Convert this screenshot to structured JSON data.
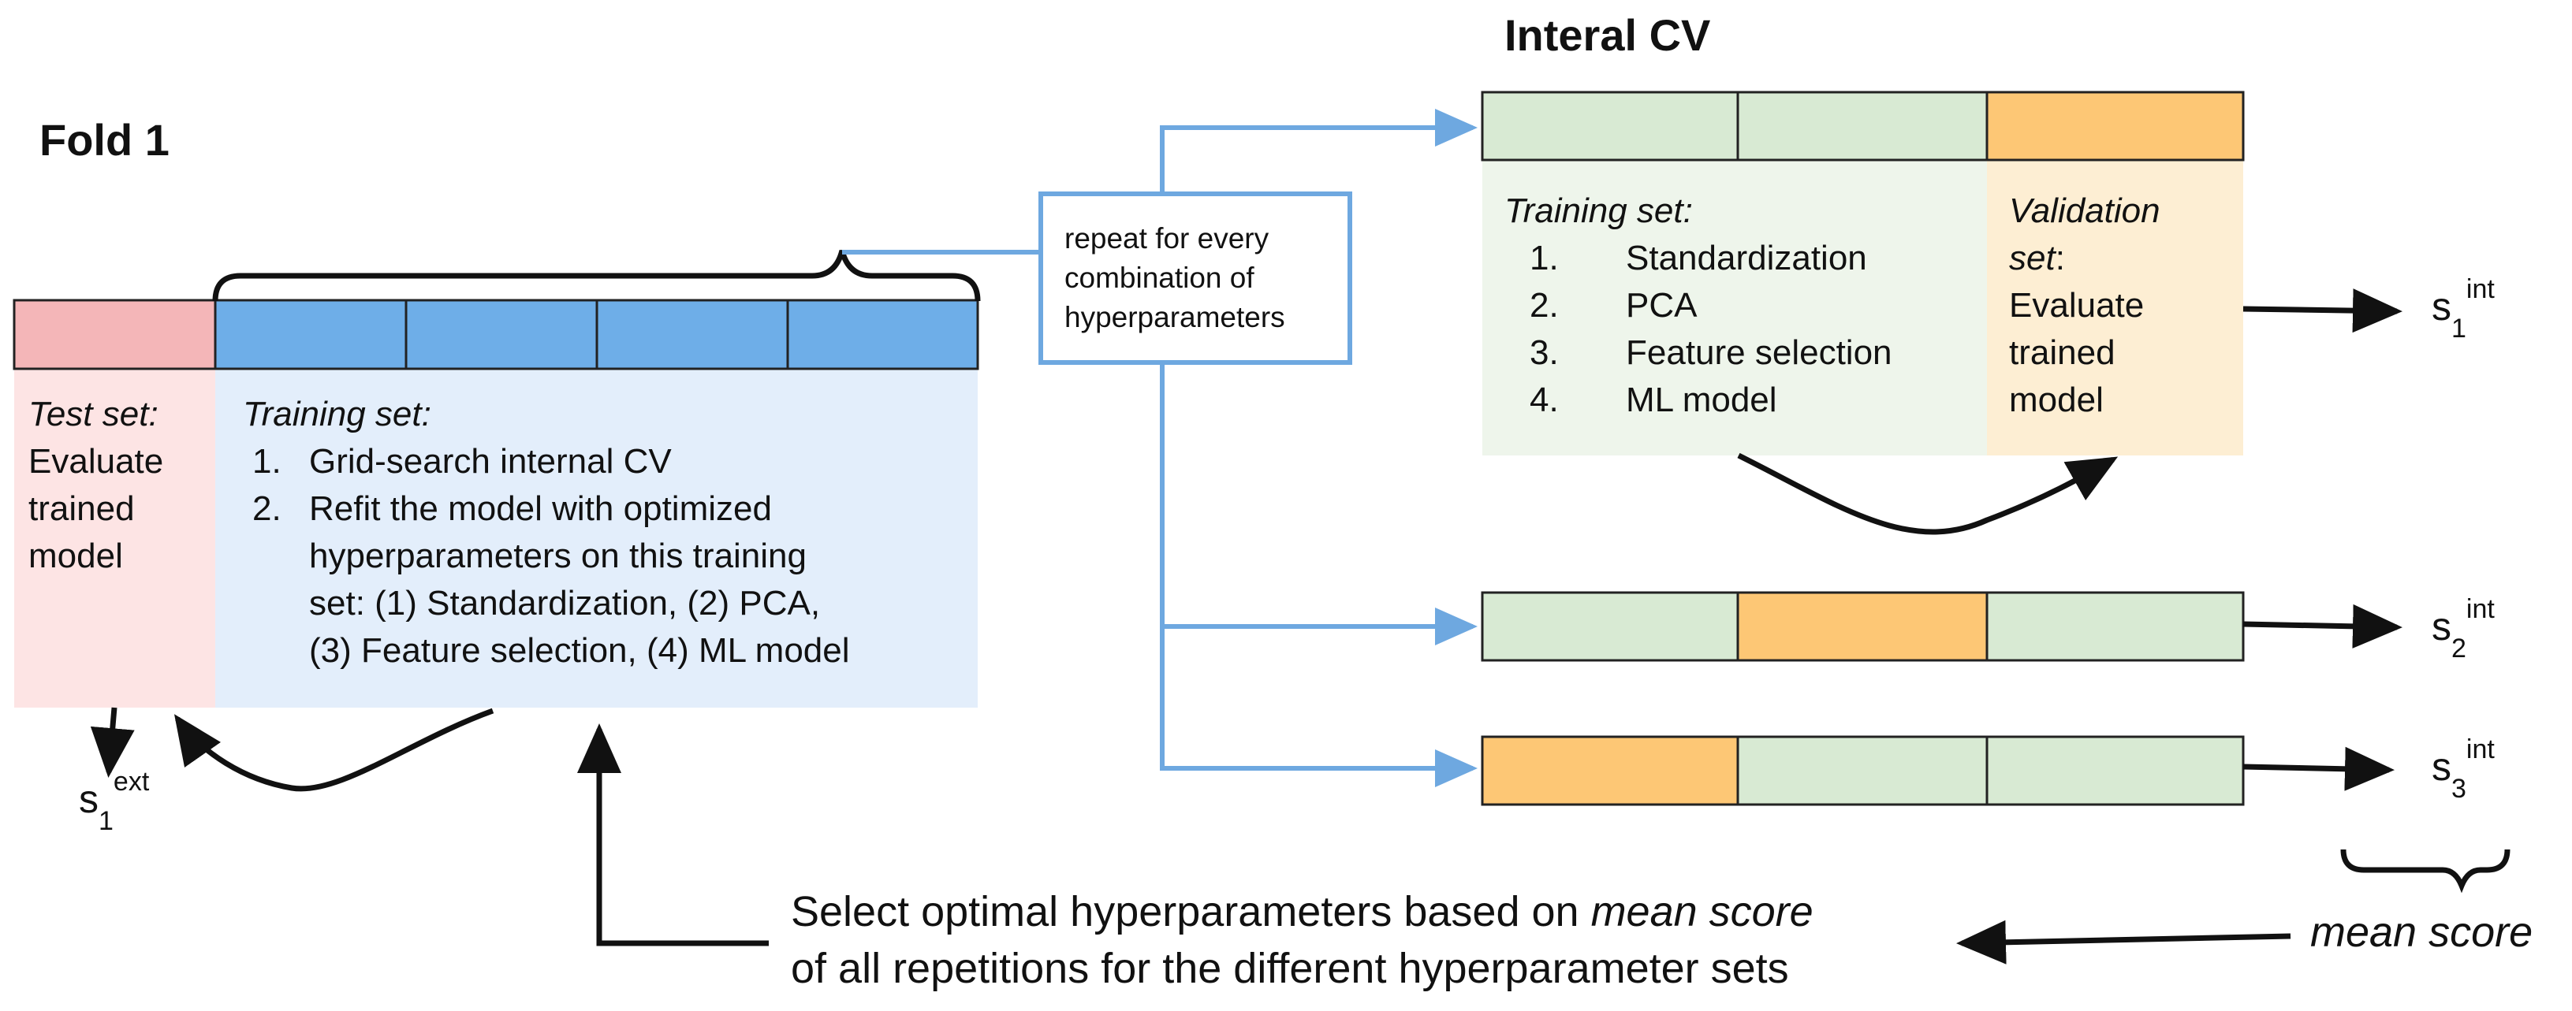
{
  "fold": {
    "title": "Fold 1"
  },
  "internal": {
    "title": "Interal CV"
  },
  "outer_test": {
    "title": "Test set:",
    "lines": [
      "Evaluate",
      "trained",
      "model"
    ]
  },
  "outer_train": {
    "title": "Training set:",
    "items": [
      {
        "num": "1.",
        "lines": [
          "Grid-search internal CV"
        ]
      },
      {
        "num": "2.",
        "lines": [
          "Refit the model with optimized",
          "hyperparameters on this training",
          "set: (1) Standardization, (2) PCA,",
          "(3) Feature selection, (4) ML model"
        ]
      }
    ]
  },
  "repeat_box": {
    "lines": [
      "repeat for every",
      "combination of",
      "hyperparameters"
    ]
  },
  "inner_train": {
    "title": "Training set:",
    "items": [
      {
        "num": "1.",
        "text": "Standardization"
      },
      {
        "num": "2.",
        "text": "PCA"
      },
      {
        "num": "3.",
        "text": "Feature selection"
      },
      {
        "num": "4.",
        "text": "ML model"
      }
    ]
  },
  "inner_val": {
    "title_a": "Validation",
    "title_b": "set",
    "title_colon": ":",
    "lines": [
      "Evaluate",
      "trained",
      "model"
    ]
  },
  "scores": {
    "ext": {
      "base": "s",
      "sub": "1",
      "sup": "ext"
    },
    "int": [
      {
        "base": "s",
        "sub": "1",
        "sup": "int"
      },
      {
        "base": "s",
        "sub": "2",
        "sup": "int"
      },
      {
        "base": "s",
        "sub": "3",
        "sup": "int"
      }
    ]
  },
  "bottom": {
    "line1_pre": "Select optimal hyperparameters based on ",
    "line1_em": "mean score",
    "line2": "of all repetitions for the different hyperparameter sets"
  },
  "mean_label": "mean score",
  "colors": {
    "test_red": "#f4b6b8",
    "test_bg": "#fde4e4",
    "train_blue": "#6eaee8",
    "train_bg": "#e3eefb",
    "inner_green": "#d8ead3",
    "inner_green_bg": "#eef5eb",
    "val_orange": "#fdc775",
    "val_bg": "#fdeed3",
    "connector_blue": "#6ea8e0"
  }
}
